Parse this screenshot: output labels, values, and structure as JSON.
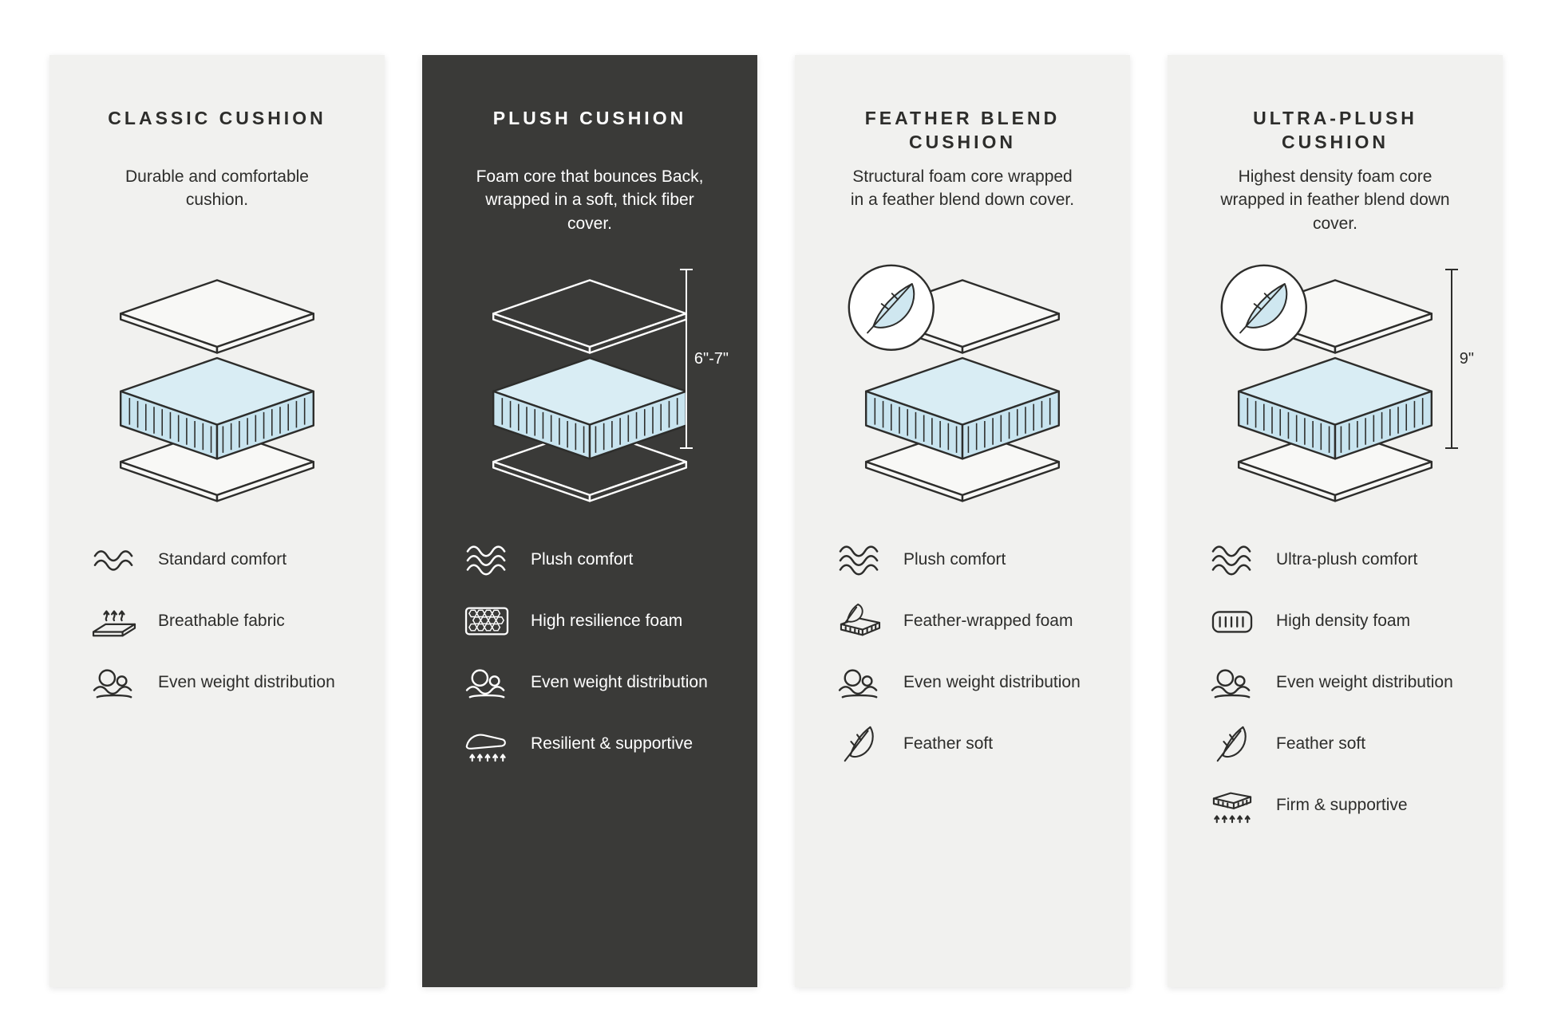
{
  "colors": {
    "page_background": "#ffffff",
    "card_light": "#f1f1ef",
    "card_dark": "#3a3a38",
    "foam_blue": "#cfe7f0",
    "text_dark": "#2d2d2b",
    "text_light": "#ffffff"
  },
  "cards": [
    {
      "title": "CLASSIC CUSHION",
      "description": "Durable and comfortable cushion.",
      "theme": "light",
      "features": [
        {
          "icon": "comfort-waves-icon",
          "label": "Standard comfort"
        },
        {
          "icon": "breathable-fabric-icon",
          "label": "Breathable fabric"
        },
        {
          "icon": "weight-distribution-icon",
          "label": "Even weight distribution"
        }
      ]
    },
    {
      "title": "PLUSH CUSHION",
      "description": "Foam core that bounces Back, wrapped in a soft, thick fiber cover.",
      "theme": "dark",
      "measurement": "6\"-7\"",
      "features": [
        {
          "icon": "comfort-waves-icon",
          "label": "Plush comfort"
        },
        {
          "icon": "resilience-foam-icon",
          "label": "High resilience foam"
        },
        {
          "icon": "weight-distribution-icon",
          "label": "Even weight distribution"
        },
        {
          "icon": "resilient-supportive-icon",
          "label": "Resilient & supportive"
        }
      ]
    },
    {
      "title": "FEATHER BLEND CUSHION",
      "description": "Structural foam core wrapped in a feather blend down cover.",
      "theme": "light",
      "features": [
        {
          "icon": "comfort-waves-icon",
          "label": "Plush comfort"
        },
        {
          "icon": "feather-wrapped-foam-icon",
          "label": "Feather-wrapped foam"
        },
        {
          "icon": "weight-distribution-icon",
          "label": "Even weight distribution"
        },
        {
          "icon": "feather-icon",
          "label": "Feather soft"
        }
      ]
    },
    {
      "title": "ULTRA-PLUSH CUSHION",
      "description": "Highest density foam core wrapped in feather blend down cover.",
      "theme": "light",
      "measurement": "9\"",
      "features": [
        {
          "icon": "comfort-waves-icon",
          "label": "Ultra-plush comfort"
        },
        {
          "icon": "high-density-foam-icon",
          "label": "High density foam"
        },
        {
          "icon": "weight-distribution-icon",
          "label": "Even weight distribution"
        },
        {
          "icon": "feather-icon",
          "label": "Feather soft"
        },
        {
          "icon": "firm-supportive-icon",
          "label": "Firm & supportive"
        }
      ]
    }
  ]
}
